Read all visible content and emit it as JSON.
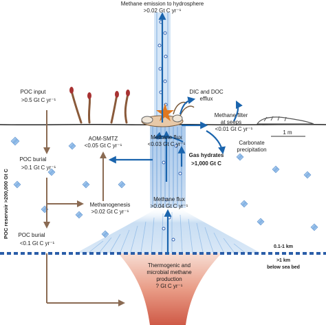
{
  "labels": {
    "emission_title": "Methane emission to hydrosphere",
    "emission_value": ">0.02 Gt C yr⁻¹",
    "poc_input_title": "POC input",
    "poc_input_value": ">0.5 Gt C yr⁻¹",
    "dic_doc_title": "DIC and DOC",
    "dic_doc_sub": "efflux",
    "filter_title": "Methane filter",
    "filter_sub": "at seeps",
    "filter_value": "<0.01 Gt C yr⁻¹",
    "scale_1m": "1 m",
    "aom_title": "AOM-SMTZ",
    "aom_value": "<0.05 Gt C yr⁻¹",
    "flux_upper_title": "Methane flux",
    "flux_upper_value": "<0.03 Gt C yr⁻¹",
    "carbonate_title": "Carbonate",
    "carbonate_sub": "precipitation",
    "poc_burial1_title": "POC burial",
    "poc_burial1_value": ">0.1 Gt C yr⁻¹",
    "hydrates_title": "Gas hydrates",
    "hydrates_value": ">1,000 Gt C",
    "reservoir": "POC reservoir >200,000 Gt C",
    "methanogenesis_title": "Methanogenesis",
    "methanogenesis_value": ">0.02 Gt C yr⁻¹",
    "flux_lower_title": "Methane flux",
    "flux_lower_value": ">0.04 Gt C yr⁻¹",
    "poc_burial2_title": "POC burial",
    "poc_burial2_value": "<0.1 Gt C yr⁻¹",
    "depth_1": "0.1-1 km",
    "depth_2": ">1 km",
    "depth_2_sub": "below sea bed",
    "thermo_line1": "Thermogenic and",
    "thermo_line2": "microbial methane",
    "thermo_line3": "production",
    "thermo_value": "? Gt C yr⁻¹"
  },
  "colors": {
    "brown_arrow": "#8a6a52",
    "blue_arrow": "#1a64ad",
    "plume": "#9ec4ea",
    "source_top": "#f5d6cc",
    "source_bottom": "#d86a58",
    "boundary": "#2a5da8",
    "text": "#1a1a1a"
  }
}
